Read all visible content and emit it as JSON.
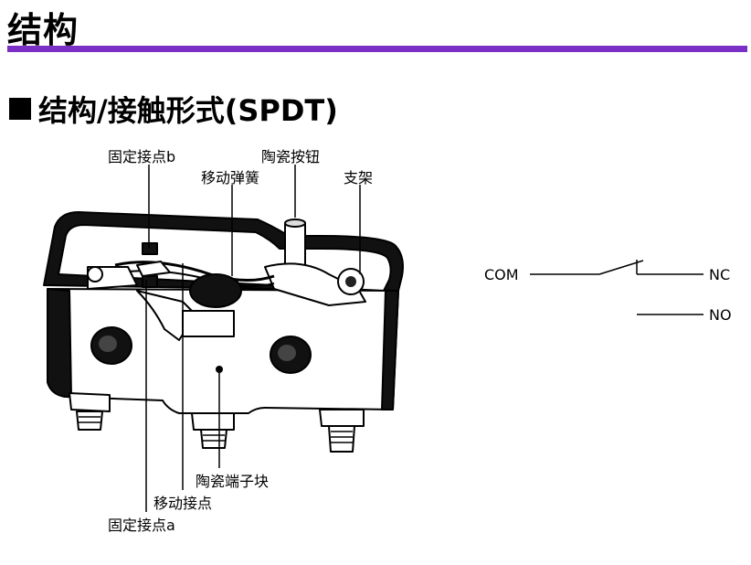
{
  "page": {
    "title": "结构",
    "accent_color": "#7b2fc4"
  },
  "section": {
    "heading": "结构/接触形式(SPDT)"
  },
  "structure_labels": {
    "fixed_contact_b": "固定接点b",
    "ceramic_button": "陶瓷按钮",
    "moving_spring": "移动弹簧",
    "bracket": "支架",
    "ceramic_terminal_block": "陶瓷端子块",
    "moving_contact": "移动接点",
    "fixed_contact_a": "固定接点a"
  },
  "circuit": {
    "com": "COM",
    "nc": "NC",
    "no": "NO"
  }
}
